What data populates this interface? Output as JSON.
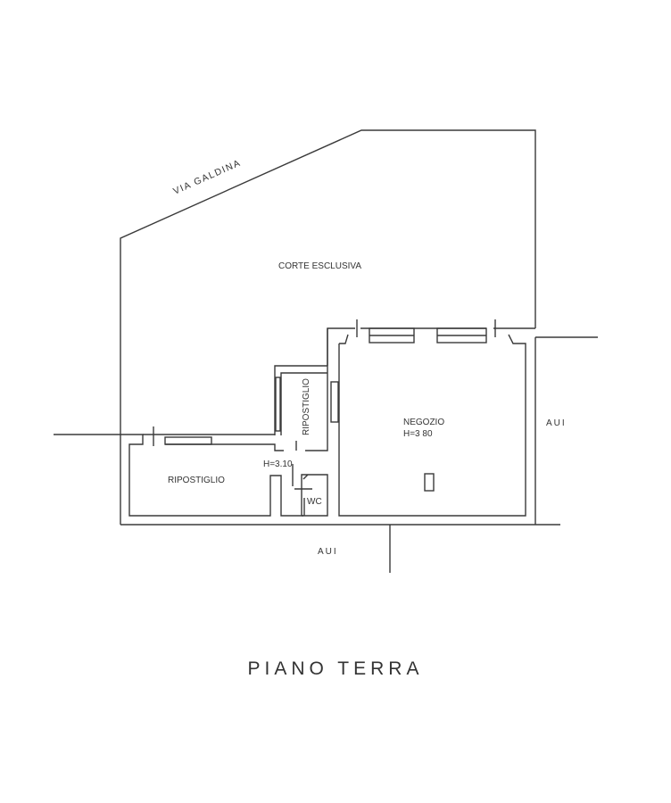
{
  "street": "VIA GALDINA",
  "rooms": {
    "courtyard": "CORTE ESCLUSIVA",
    "storage_vertical": "RIPOSTIGLIO",
    "shop": "NEGOZIO",
    "shop_height": "H=3 80",
    "corridor_height": "H=3.10",
    "storage_left": "RIPOSTIGLIO",
    "wc": "WC"
  },
  "neighbors": {
    "right": "AUI",
    "bottom": "AUI"
  },
  "title": "PIANO TERRA"
}
